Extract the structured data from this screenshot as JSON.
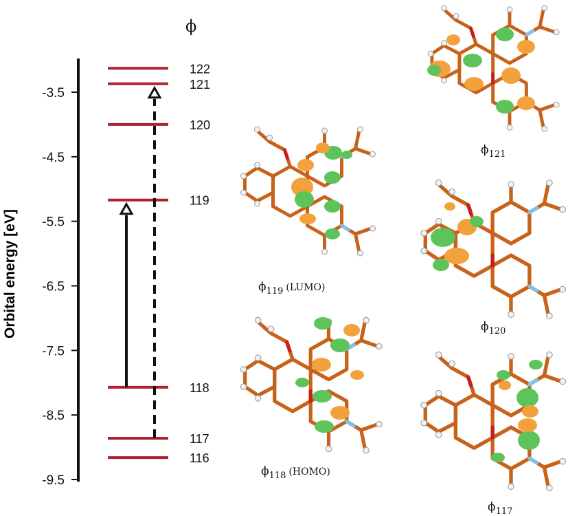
{
  "axis": {
    "title": "Orbital energy [eV]",
    "range": [
      -9.5,
      -3.0
    ],
    "ticks": [
      {
        "value": -3.5,
        "label": "-3.5"
      },
      {
        "value": -4.5,
        "label": "-4.5"
      },
      {
        "value": -5.5,
        "label": "-5.5"
      },
      {
        "value": -6.5,
        "label": "-6.5"
      },
      {
        "value": -7.5,
        "label": "-7.5"
      },
      {
        "value": -8.5,
        "label": "-8.5"
      },
      {
        "value": -9.5,
        "label": "-9.5"
      }
    ]
  },
  "levels_header": "ϕ",
  "levels": [
    {
      "label": "122",
      "energy": -3.13
    },
    {
      "label": "121",
      "energy": -3.37
    },
    {
      "label": "120",
      "energy": -4.0
    },
    {
      "label": "119",
      "energy": -5.17
    },
    {
      "label": "118",
      "energy": -8.07
    },
    {
      "label": "117",
      "energy": -8.86
    },
    {
      "label": "116",
      "energy": -9.16
    }
  ],
  "transitions": [
    {
      "from": "118",
      "to": "119",
      "style": "solid"
    },
    {
      "from": "117",
      "to": "121",
      "style": "dashed"
    }
  ],
  "orbitals": [
    {
      "phi": "ϕ",
      "index": "121",
      "note": ""
    },
    {
      "phi": "ϕ",
      "index": "119",
      "note": "(LUMO)"
    },
    {
      "phi": "ϕ",
      "index": "120",
      "note": ""
    },
    {
      "phi": "ϕ",
      "index": "118",
      "note": "(HOMO)"
    },
    {
      "phi": "ϕ",
      "index": "117",
      "note": ""
    }
  ],
  "colors": {
    "level_line": "#b0202e",
    "axis": "#111111",
    "bond": "#c8621a",
    "hydrogen": "#f2f2f2",
    "nitrogen": "#7ec3e6",
    "oxygen": "#c81e1e",
    "lobe_positive": "#f2a13c",
    "lobe_negative": "#5cc45a"
  }
}
